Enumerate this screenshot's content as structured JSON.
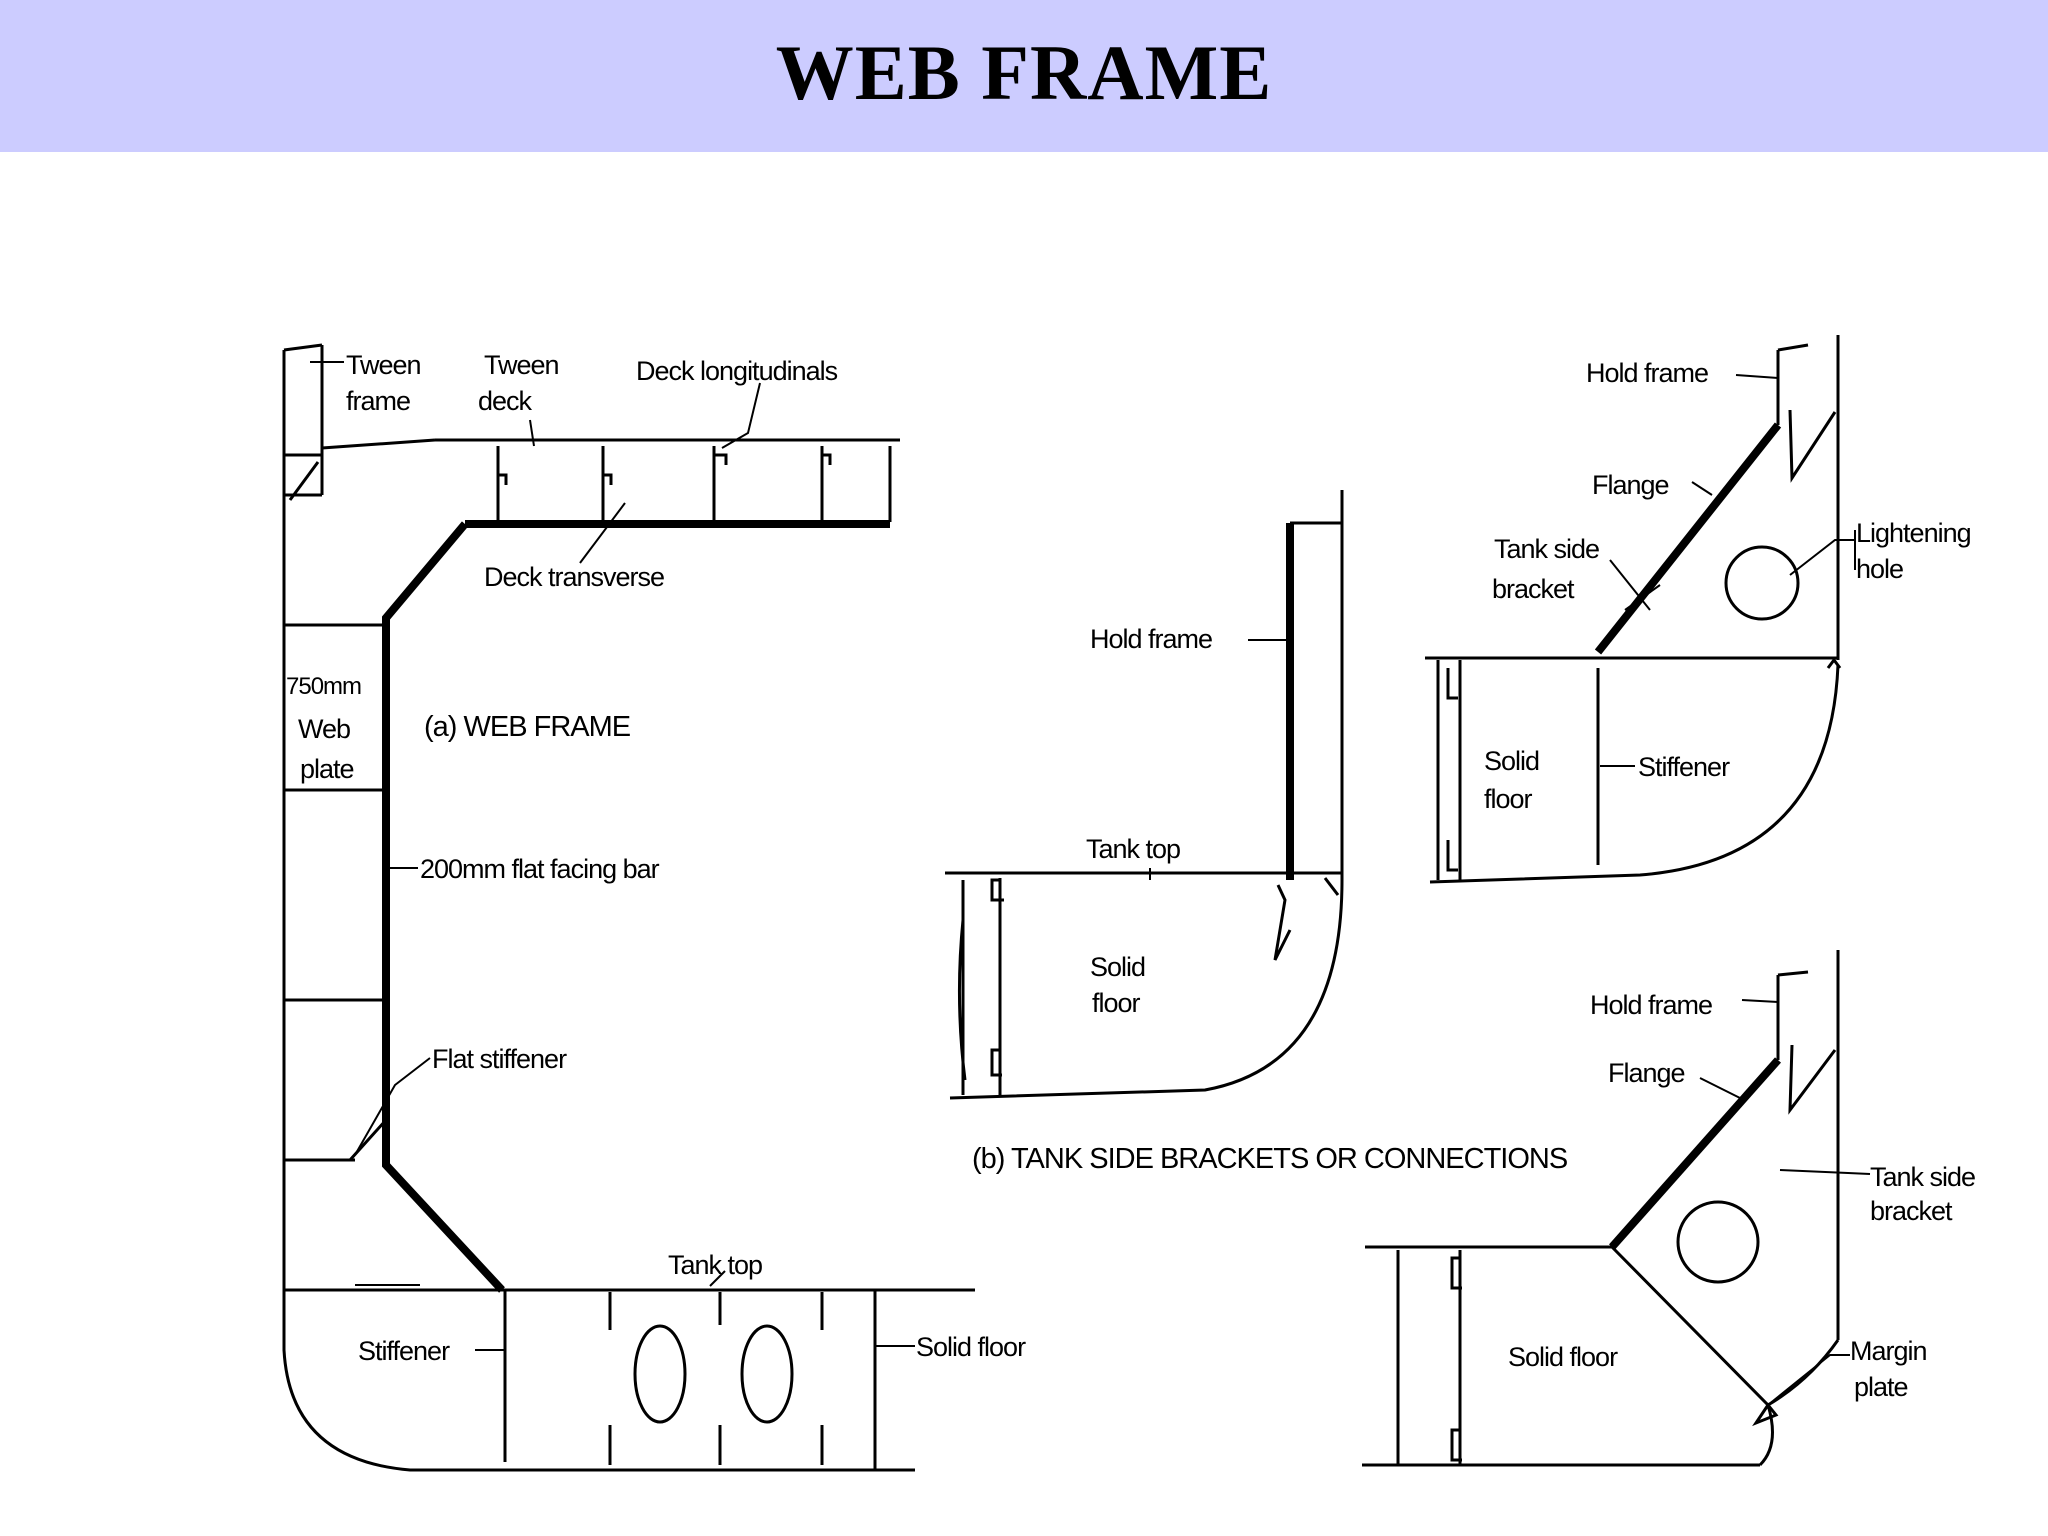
{
  "title": "WEB FRAME",
  "diagram_a": {
    "caption": "(a) WEB FRAME",
    "labels": {
      "tween_frame_1": "Tween",
      "tween_frame_2": "frame",
      "tween_deck_1": "Tween",
      "tween_deck_2": "deck",
      "deck_longitudinals": "Deck longitudinals",
      "deck_transverse": "Deck transverse",
      "web_plate_1": "750mm",
      "web_plate_2": "Web",
      "web_plate_3": "plate",
      "facing_bar": "200mm flat facing bar",
      "flat_stiffener": "Flat stiffener",
      "tank_top": "Tank top",
      "stiffener": "Stiffener",
      "solid_floor": "Solid floor"
    }
  },
  "diagram_b": {
    "caption": "(b) TANK SIDE BRACKETS OR CONNECTIONS",
    "left": {
      "hold_frame": "Hold frame",
      "tank_top": "Tank top",
      "solid_floor_1": "Solid",
      "solid_floor_2": "floor"
    },
    "top_right": {
      "hold_frame": "Hold frame",
      "flange": "Flange",
      "tank_side_bracket_1": "Tank side",
      "tank_side_bracket_2": "bracket",
      "lightening_hole_1": "Lightening",
      "lightening_hole_2": "hole",
      "solid_floor_1": "Solid",
      "solid_floor_2": "floor",
      "stiffener": "Stiffener"
    },
    "bottom_right": {
      "hold_frame": "Hold frame",
      "flange": "Flange",
      "tank_side_bracket_1": "Tank side",
      "tank_side_bracket_2": "bracket",
      "solid_floor": "Solid floor",
      "margin_plate_1": "Margin",
      "margin_plate_2": "plate"
    }
  }
}
